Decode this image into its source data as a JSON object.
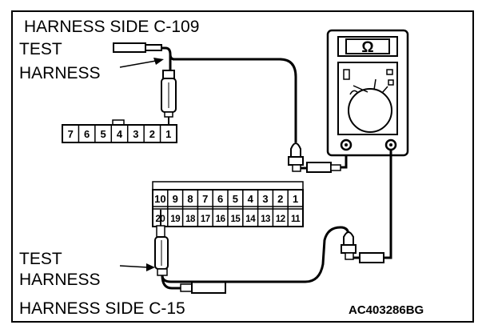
{
  "title_top": "HARNESS SIDE C-109",
  "title_bottom": "HARNESS SIDE C-15",
  "test_harness_top": [
    "TEST",
    "HARNESS"
  ],
  "test_harness_bottom": [
    "TEST",
    "HARNESS"
  ],
  "meter_symbol": "Ω",
  "connector_c109_pins": [
    "7",
    "6",
    "5",
    "4",
    "3",
    "2",
    "1"
  ],
  "connector_c15_top_row": [
    "10",
    "9",
    "8",
    "7",
    "6",
    "5",
    "4",
    "3",
    "2",
    "1"
  ],
  "connector_c15_bottom_row": [
    "20",
    "19",
    "18",
    "17",
    "16",
    "15",
    "14",
    "13",
    "12",
    "11"
  ],
  "figure_code": "AC403286BG"
}
